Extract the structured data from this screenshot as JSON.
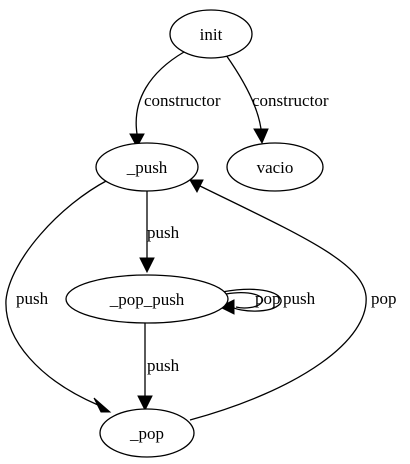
{
  "nodes": {
    "init": "init",
    "push": "_push",
    "vacio": "vacio",
    "pop_push": "_pop_push",
    "pop": "_pop"
  },
  "edges": {
    "init_to_push": "constructor",
    "init_to_vacio": "constructor",
    "push_to_pop_push": "push",
    "push_to_pop": "push",
    "pop_push_self_pop": "pop",
    "pop_push_self_push": "push",
    "pop_push_to_pop": "push",
    "pop_to_push": "pop"
  }
}
